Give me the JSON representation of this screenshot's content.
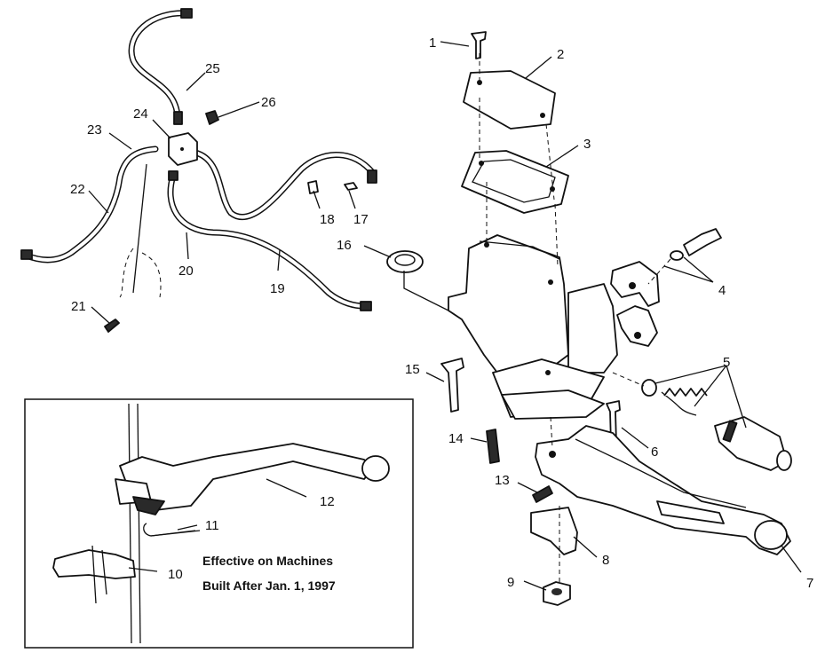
{
  "callouts": [
    {
      "id": "1",
      "label": "1"
    },
    {
      "id": "2",
      "label": "2"
    },
    {
      "id": "3",
      "label": "3"
    },
    {
      "id": "4",
      "label": "4"
    },
    {
      "id": "5",
      "label": "5"
    },
    {
      "id": "6",
      "label": "6"
    },
    {
      "id": "7",
      "label": "7"
    },
    {
      "id": "8",
      "label": "8"
    },
    {
      "id": "9",
      "label": "9"
    },
    {
      "id": "10",
      "label": "10"
    },
    {
      "id": "11",
      "label": "11"
    },
    {
      "id": "12",
      "label": "12"
    },
    {
      "id": "13",
      "label": "13"
    },
    {
      "id": "14",
      "label": "14"
    },
    {
      "id": "15",
      "label": "15"
    },
    {
      "id": "16",
      "label": "16"
    },
    {
      "id": "17",
      "label": "17"
    },
    {
      "id": "18",
      "label": "18"
    },
    {
      "id": "19",
      "label": "19"
    },
    {
      "id": "20",
      "label": "20"
    },
    {
      "id": "21",
      "label": "21"
    },
    {
      "id": "22",
      "label": "22"
    },
    {
      "id": "23",
      "label": "23"
    },
    {
      "id": "24",
      "label": "24"
    },
    {
      "id": "25",
      "label": "25"
    },
    {
      "id": "26",
      "label": "26"
    }
  ],
  "inset": {
    "note_line1": "Effective on Machines",
    "note_line2": "Built After Jan. 1, 1997"
  }
}
